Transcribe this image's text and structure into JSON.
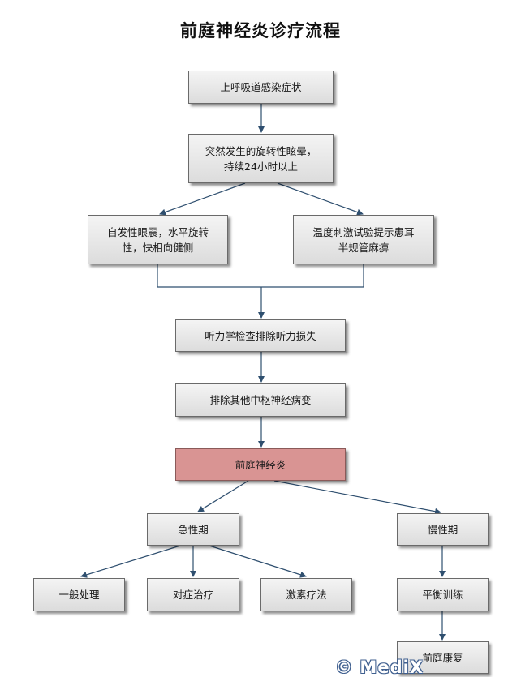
{
  "title": "前庭神经炎诊疗流程",
  "nodes": {
    "n1": "上呼吸道感染症状",
    "n2": "突然发生的旋转性眩晕，持续24小时以上",
    "n3": "自发性眼震，水平旋转性，快相向健侧",
    "n4": "温度刺激试验提示患耳半规管麻痹",
    "n5": "听力学检查排除听力损失",
    "n6": "排除其他中枢神经病变",
    "n7": "前庭神经炎",
    "n8": "急性期",
    "n9": "慢性期",
    "n10": "一般处理",
    "n11": "对症治疗",
    "n12": "激素疗法",
    "n13": "平衡训练",
    "n14": "前庭康复"
  },
  "highlight_color": "#d99493",
  "edge_color": "#2f4f6f",
  "watermark": "© MediX"
}
